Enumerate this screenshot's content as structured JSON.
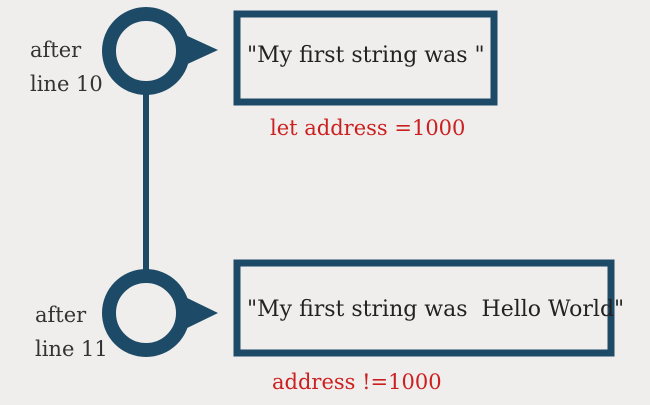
{
  "colors": {
    "background": "#efeeed",
    "stroke": "#1d4a66",
    "label": "#333333",
    "box_text": "#222222",
    "address": "#cc2020"
  },
  "steps": [
    {
      "label_line1": "after",
      "label_line2": "line 10",
      "value": "\"My first string was \"",
      "address": "let address =1000"
    },
    {
      "label_line1": "after",
      "label_line2": "line 11",
      "value": "\"My first string was  Hello World\"",
      "address": "address !=1000"
    }
  ]
}
